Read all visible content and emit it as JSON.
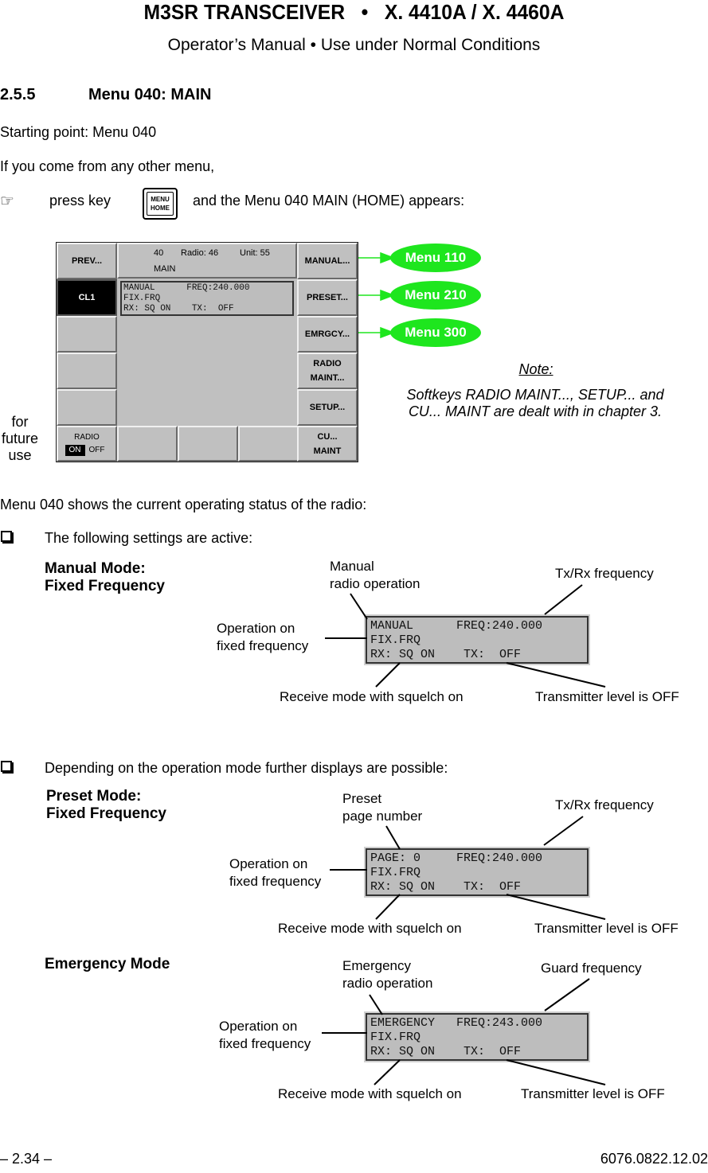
{
  "header": {
    "title": "M3SR TRANSCEIVER   •   X. 4410A / X. 4460A",
    "subtitle": "Operator’s Manual  •  Use under Normal Conditions"
  },
  "section": {
    "number": "2.5.5",
    "title": "Menu 040: MAIN",
    "starting_point": "Starting point: Menu 040",
    "intro": "If you come from any other menu,",
    "press_icon": "☞",
    "press_label": "press key",
    "key": {
      "line1": "MENU",
      "line2": "HOME"
    },
    "press_after": "and the Menu 040 MAIN (HOME) appears:"
  },
  "device": {
    "status": {
      "menu_no": "40",
      "radio": "Radio: 46",
      "unit": "Unit: 55",
      "name": "MAIN"
    },
    "left_keys": [
      {
        "label": "PREV...",
        "active": false
      },
      {
        "label": "CL1",
        "active": true
      },
      {
        "label": "",
        "active": false
      },
      {
        "label": "",
        "active": false
      },
      {
        "label": "",
        "active": false
      }
    ],
    "radio_switch": {
      "label": "RADIO",
      "on": "ON",
      "off": "OFF"
    },
    "right_keys": [
      {
        "line1": "MANUAL...",
        "line2": ""
      },
      {
        "line1": "PRESET...",
        "line2": ""
      },
      {
        "line1": "EMRGCY...",
        "line2": ""
      },
      {
        "line1": "RADIO",
        "line2": "MAINT..."
      },
      {
        "line1": "SETUP...",
        "line2": ""
      },
      {
        "line1": "CU...",
        "line2": "MAINT"
      }
    ],
    "lcd": [
      "MANUAL      FREQ:240.000",
      "FIX.FRQ",
      "RX: SQ ON    TX:  OFF"
    ],
    "targets": [
      "Menu 110",
      "Menu 210",
      "Menu 300"
    ],
    "target_color": "#1ee61e"
  },
  "note": {
    "title": "Note:",
    "body_line1": "Softkeys RADIO MAINT..., SETUP... and",
    "body_line2": "CU... MAINT are dealt with in chapter 3."
  },
  "future_use": {
    "line1": "for",
    "line2": "future",
    "line3": "use"
  },
  "body": {
    "status_intro": "Menu 040 shows the current operating status of the radio:",
    "bullet1": "The following settings are active:",
    "bullet2": "Depending on the operation mode further displays are possible:"
  },
  "modes": [
    {
      "title_line1": "Manual Mode:",
      "title_line2": "Fixed Frequency",
      "lcd": [
        "MANUAL      FREQ:240.000",
        "FIX.FRQ",
        "RX: SQ ON    TX:  OFF"
      ],
      "ann_top_left_1": "Manual",
      "ann_top_left_2": "radio operation",
      "ann_top_right": "Tx/Rx frequency",
      "ann_left_1": "Operation on",
      "ann_left_2": "fixed frequency",
      "ann_bottom_left": "Receive mode with squelch on",
      "ann_bottom_right": "Transmitter level is OFF"
    },
    {
      "title_line1": "Preset Mode:",
      "title_line2": "Fixed Frequency",
      "lcd": [
        "PAGE: 0     FREQ:240.000",
        "FIX.FRQ",
        "RX: SQ ON    TX:  OFF"
      ],
      "ann_top_left_1": "Preset",
      "ann_top_left_2": "page number",
      "ann_top_right": "Tx/Rx frequency",
      "ann_left_1": "Operation on",
      "ann_left_2": "fixed frequency",
      "ann_bottom_left": "Receive mode with squelch on",
      "ann_bottom_right": "Transmitter level is OFF"
    },
    {
      "title_line1": "Emergency Mode",
      "title_line2": "",
      "lcd": [
        "EMERGENCY   FREQ:243.000",
        "FIX.FRQ",
        "RX: SQ ON    TX:  OFF"
      ],
      "ann_top_left_1": "Emergency",
      "ann_top_left_2": "radio operation",
      "ann_top_right": "Guard frequency",
      "ann_left_1": "Operation on",
      "ann_left_2": "fixed frequency",
      "ann_bottom_left": "Receive mode with squelch on",
      "ann_bottom_right": "Transmitter level is OFF"
    }
  ],
  "footer": {
    "page": "– 2.34 –",
    "doc_no": "6076.0822.12.02"
  }
}
